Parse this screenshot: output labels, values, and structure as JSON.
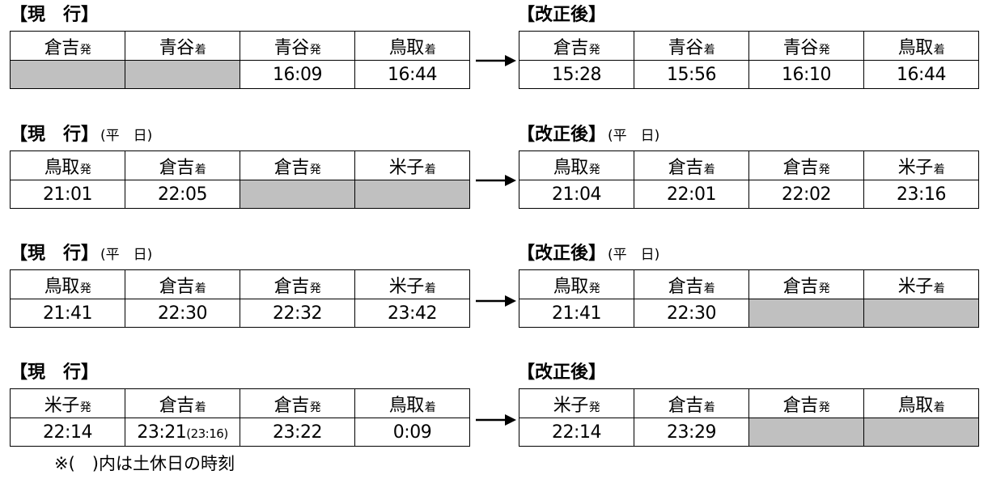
{
  "sections": [
    {
      "current": {
        "label": "【現　行】",
        "note": "",
        "headers": [
          {
            "station": "倉吉",
            "suffix": "発"
          },
          {
            "station": "青谷",
            "suffix": "着"
          },
          {
            "station": "青谷",
            "suffix": "発"
          },
          {
            "station": "鳥取",
            "suffix": "着"
          }
        ],
        "times": [
          {
            "time": "",
            "paren": "",
            "blank": true
          },
          {
            "time": "",
            "paren": "",
            "blank": true
          },
          {
            "time": "16:09",
            "paren": "",
            "blank": false
          },
          {
            "time": "16:44",
            "paren": "",
            "blank": false
          }
        ]
      },
      "revised": {
        "label": "【改正後】",
        "note": "",
        "headers": [
          {
            "station": "倉吉",
            "suffix": "発"
          },
          {
            "station": "青谷",
            "suffix": "着"
          },
          {
            "station": "青谷",
            "suffix": "発"
          },
          {
            "station": "鳥取",
            "suffix": "着"
          }
        ],
        "times": [
          {
            "time": "15:28",
            "paren": "",
            "blank": false
          },
          {
            "time": "15:56",
            "paren": "",
            "blank": false
          },
          {
            "time": "16:10",
            "paren": "",
            "blank": false
          },
          {
            "time": "16:44",
            "paren": "",
            "blank": false
          }
        ]
      }
    },
    {
      "current": {
        "label": "【現　行】",
        "note": "(平　日)",
        "headers": [
          {
            "station": "鳥取",
            "suffix": "発"
          },
          {
            "station": "倉吉",
            "suffix": "着"
          },
          {
            "station": "倉吉",
            "suffix": "発"
          },
          {
            "station": "米子",
            "suffix": "着"
          }
        ],
        "times": [
          {
            "time": "21:01",
            "paren": "",
            "blank": false
          },
          {
            "time": "22:05",
            "paren": "",
            "blank": false
          },
          {
            "time": "",
            "paren": "",
            "blank": true
          },
          {
            "time": "",
            "paren": "",
            "blank": true
          }
        ]
      },
      "revised": {
        "label": "【改正後】",
        "note": "(平　日)",
        "headers": [
          {
            "station": "鳥取",
            "suffix": "発"
          },
          {
            "station": "倉吉",
            "suffix": "着"
          },
          {
            "station": "倉吉",
            "suffix": "発"
          },
          {
            "station": "米子",
            "suffix": "着"
          }
        ],
        "times": [
          {
            "time": "21:04",
            "paren": "",
            "blank": false
          },
          {
            "time": "22:01",
            "paren": "",
            "blank": false
          },
          {
            "time": "22:02",
            "paren": "",
            "blank": false
          },
          {
            "time": "23:16",
            "paren": "",
            "blank": false
          }
        ]
      }
    },
    {
      "current": {
        "label": "【現　行】",
        "note": "(平　日)",
        "headers": [
          {
            "station": "鳥取",
            "suffix": "発"
          },
          {
            "station": "倉吉",
            "suffix": "着"
          },
          {
            "station": "倉吉",
            "suffix": "発"
          },
          {
            "station": "米子",
            "suffix": "着"
          }
        ],
        "times": [
          {
            "time": "21:41",
            "paren": "",
            "blank": false
          },
          {
            "time": "22:30",
            "paren": "",
            "blank": false
          },
          {
            "time": "22:32",
            "paren": "",
            "blank": false
          },
          {
            "time": "23:42",
            "paren": "",
            "blank": false
          }
        ]
      },
      "revised": {
        "label": "【改正後】",
        "note": "(平　日)",
        "headers": [
          {
            "station": "鳥取",
            "suffix": "発"
          },
          {
            "station": "倉吉",
            "suffix": "着"
          },
          {
            "station": "倉吉",
            "suffix": "発"
          },
          {
            "station": "米子",
            "suffix": "着"
          }
        ],
        "times": [
          {
            "time": "21:41",
            "paren": "",
            "blank": false
          },
          {
            "time": "22:30",
            "paren": "",
            "blank": false
          },
          {
            "time": "",
            "paren": "",
            "blank": true
          },
          {
            "time": "",
            "paren": "",
            "blank": true
          }
        ]
      }
    },
    {
      "current": {
        "label": "【現　行】",
        "note": "",
        "headers": [
          {
            "station": "米子",
            "suffix": "発"
          },
          {
            "station": "倉吉",
            "suffix": "着"
          },
          {
            "station": "倉吉",
            "suffix": "発"
          },
          {
            "station": "鳥取",
            "suffix": "着"
          }
        ],
        "times": [
          {
            "time": "22:14",
            "paren": "",
            "blank": false
          },
          {
            "time": "23:21",
            "paren": "(23:16)",
            "blank": false
          },
          {
            "time": "23:22",
            "paren": "",
            "blank": false
          },
          {
            "time": "0:09",
            "paren": "",
            "blank": false
          }
        ]
      },
      "revised": {
        "label": "【改正後】",
        "note": "",
        "headers": [
          {
            "station": "米子",
            "suffix": "発"
          },
          {
            "station": "倉吉",
            "suffix": "着"
          },
          {
            "station": "倉吉",
            "suffix": "発"
          },
          {
            "station": "鳥取",
            "suffix": "着"
          }
        ],
        "times": [
          {
            "time": "22:14",
            "paren": "",
            "blank": false
          },
          {
            "time": "23:29",
            "paren": "",
            "blank": false
          },
          {
            "time": "",
            "paren": "",
            "blank": true
          },
          {
            "time": "",
            "paren": "",
            "blank": true
          }
        ]
      }
    }
  ],
  "footnote": "※(　)内は土休日の時刻",
  "colors": {
    "blank_cell": "#c0c0c0",
    "border": "#000000"
  },
  "icons": {
    "change_arrow": "right-arrow-icon"
  }
}
